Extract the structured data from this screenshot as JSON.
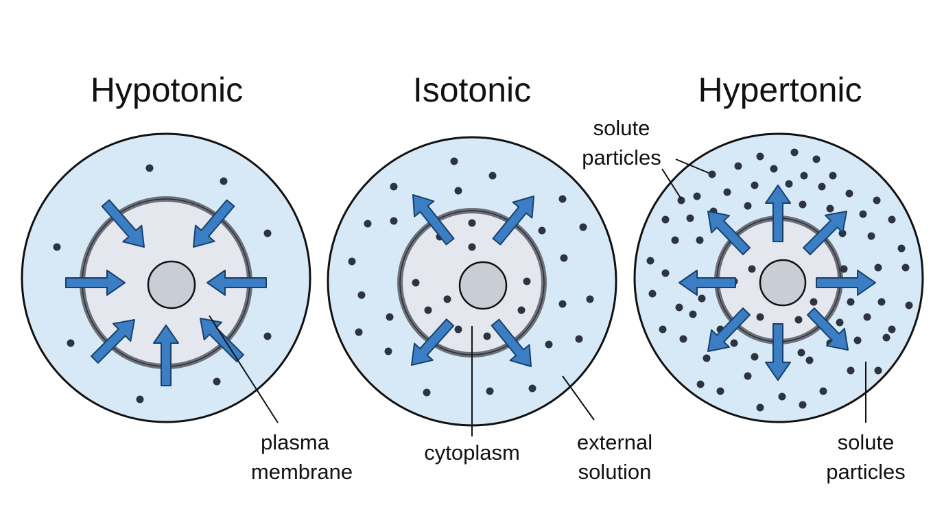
{
  "colors": {
    "background": "#ffffff",
    "external_solution": "#d7e9f7",
    "cytoplasm": "#e4e8ee",
    "nucleus": "#c9ced6",
    "outline": "#111111",
    "membrane": "#6c7078",
    "arrow_fill": "#3c7ec4",
    "arrow_stroke": "#17406d",
    "particle": "#2d3440"
  },
  "panels": [
    {
      "id": "hypotonic",
      "title": "Hypotonic",
      "flow_direction": "inward",
      "particle_density": "low",
      "labels": [
        {
          "id": "plasma-membrane",
          "lines": [
            "plasma",
            "membrane"
          ]
        }
      ]
    },
    {
      "id": "isotonic",
      "title": "Isotonic",
      "flow_direction": "outward",
      "particle_density": "medium",
      "labels": [
        {
          "id": "cytoplasm",
          "lines": [
            "cytoplasm"
          ]
        },
        {
          "id": "external-solution",
          "lines": [
            "external",
            "solution"
          ]
        }
      ]
    },
    {
      "id": "hypertonic",
      "title": "Hypertonic",
      "flow_direction": "outward",
      "particle_density": "high",
      "labels": [
        {
          "id": "solute-particles-top",
          "lines": [
            "solute",
            "particles"
          ]
        },
        {
          "id": "solute-particles-bottom",
          "lines": [
            "solute",
            "particles"
          ]
        }
      ]
    }
  ]
}
